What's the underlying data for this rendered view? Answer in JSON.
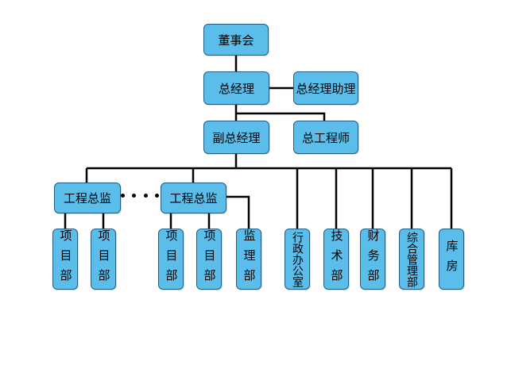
{
  "nodes": {
    "board": "董事会",
    "general_manager": "总经理",
    "gm_assistant": "总经理助理",
    "deputy_gm": "副总经理",
    "chief_engineer": "总工程师",
    "project_director_1": "工程总监",
    "project_director_2": "工程总监",
    "project_dept_1": "项目部",
    "project_dept_2": "项目部",
    "project_dept_3": "项目部",
    "project_dept_4": "项目部",
    "supervision_dept": "监理部",
    "admin_office": "行政办公室",
    "tech_dept": "技术部",
    "finance_dept": "财务部",
    "general_mgmt_dept": "综合管理部",
    "warehouse": "库房"
  },
  "colors": {
    "node_fill": "#5bbdea",
    "node_border": "#1f5f86",
    "connector": "#000000"
  }
}
